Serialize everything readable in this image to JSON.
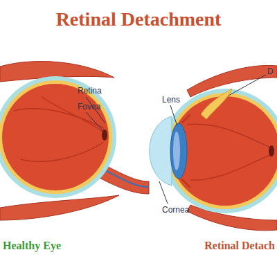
{
  "diagram": {
    "title": "Retinal Detachment",
    "labels": [
      "Retina",
      "Fovea",
      "Lens",
      "D",
      "Cornea",
      "Healthy Eye",
      "Retinal Detach"
    ]
  }
}
